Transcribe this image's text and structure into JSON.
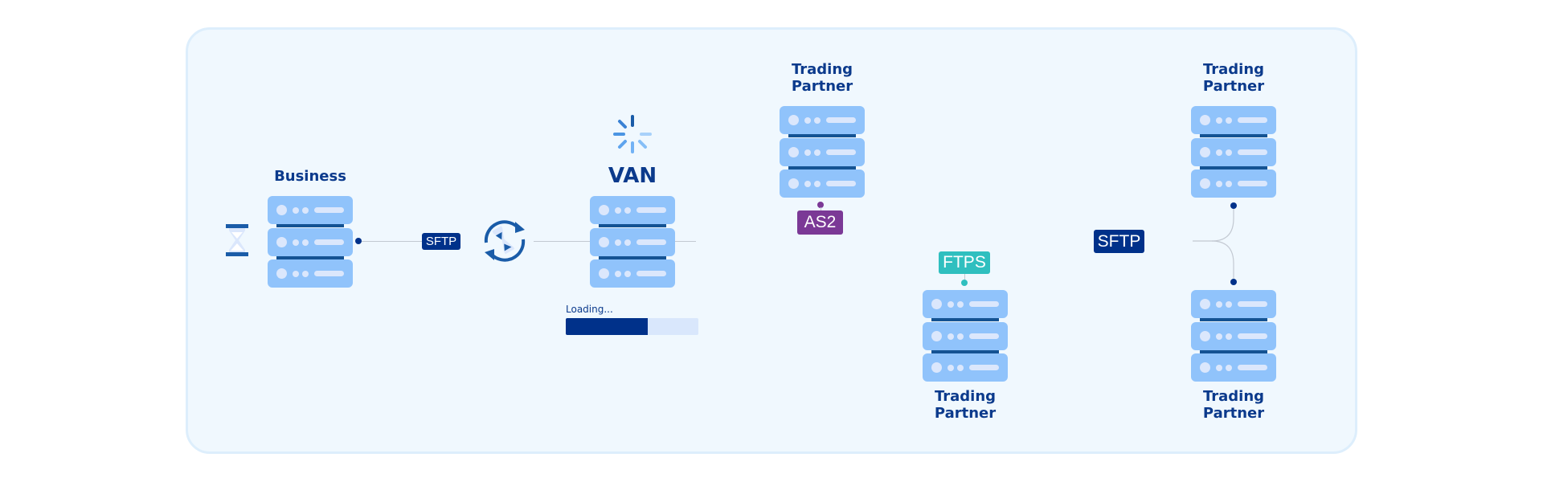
{
  "diagram": {
    "nodes": {
      "business": {
        "label": "Business"
      },
      "van": {
        "label": "VAN",
        "status": "Loading...",
        "progress_percent": 62
      },
      "partner_as2": {
        "label_line1": "Trading",
        "label_line2": "Partner"
      },
      "partner_ftps": {
        "label_line1": "Trading",
        "label_line2": "Partner"
      },
      "partner_sftp_top": {
        "label_line1": "Trading",
        "label_line2": "Partner"
      },
      "partner_sftp_bottom": {
        "label_line1": "Trading",
        "label_line2": "Partner"
      }
    },
    "protocols": {
      "business_to_van": "SFTP",
      "as2": "AS2",
      "ftps": "FTPS",
      "sftp_split": "SFTP"
    },
    "icons": {
      "business_side": "hourglass-icon",
      "sync": "sync-hourglass-icon",
      "van_top": "spinner-icon"
    },
    "colors": {
      "navy": "#00318a",
      "as2_purple": "#7b3996",
      "ftps_teal": "#2fbfbf",
      "server_blue": "#90c3fb",
      "label_blue": "#0b3a8c"
    }
  }
}
